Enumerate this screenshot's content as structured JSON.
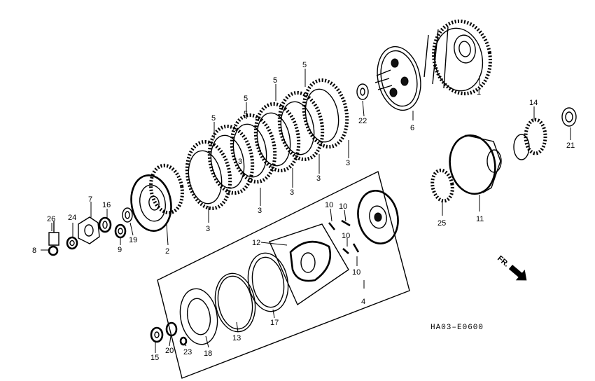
{
  "labels": [
    {
      "text": "1"
    },
    {
      "text": "2"
    },
    {
      "text": "3"
    },
    {
      "text": "3"
    },
    {
      "text": "3"
    },
    {
      "text": "3"
    },
    {
      "text": "3"
    },
    {
      "text": "3"
    },
    {
      "text": "4"
    },
    {
      "text": "5"
    },
    {
      "text": "5"
    },
    {
      "text": "5"
    },
    {
      "text": "5"
    },
    {
      "text": "5"
    },
    {
      "text": "6"
    },
    {
      "text": "7"
    },
    {
      "text": "8"
    },
    {
      "text": "9"
    },
    {
      "text": "10"
    },
    {
      "text": "10"
    },
    {
      "text": "10"
    },
    {
      "text": "10"
    },
    {
      "text": "11"
    },
    {
      "text": "12"
    },
    {
      "text": "13"
    },
    {
      "text": "14"
    },
    {
      "text": "15"
    },
    {
      "text": "16"
    },
    {
      "text": "17"
    },
    {
      "text": "18"
    },
    {
      "text": "19"
    },
    {
      "text": "20"
    },
    {
      "text": "21"
    },
    {
      "text": "22"
    },
    {
      "text": "23"
    },
    {
      "text": "24"
    },
    {
      "text": "25"
    },
    {
      "text": "26"
    }
  ],
  "diagram_code": "HA03–E0600",
  "front_marker": "FR."
}
